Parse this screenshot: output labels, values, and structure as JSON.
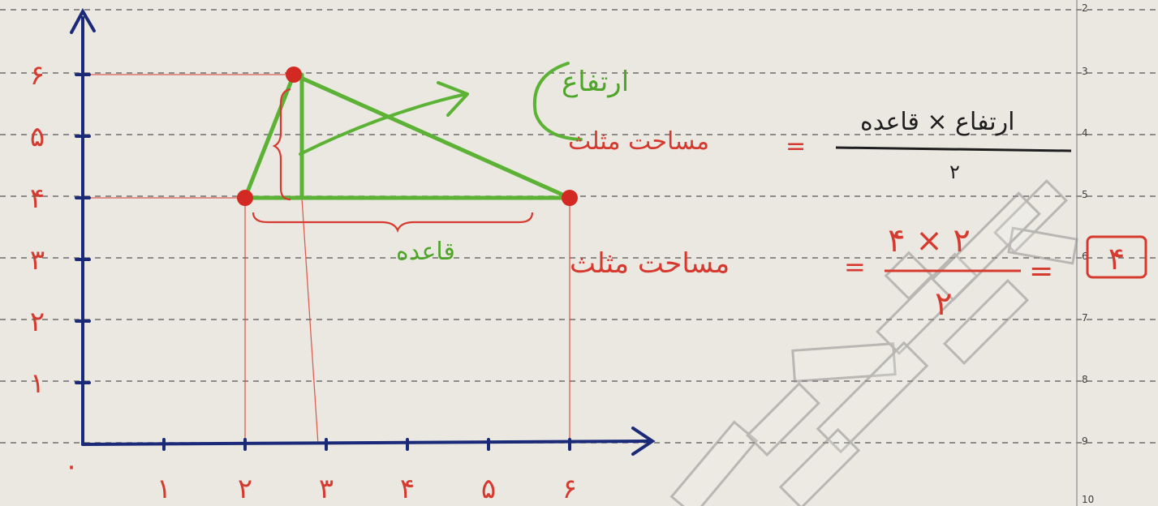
{
  "notebook": {
    "line_numbers": [
      "2",
      "3",
      "4",
      "5",
      "6",
      "7",
      "8",
      "9",
      "10"
    ]
  },
  "plot": {
    "x_ticks": [
      "۱",
      "۲",
      "۳",
      "۴",
      "۵",
      "۶"
    ],
    "y_ticks": [
      "۱",
      "۲",
      "۳",
      "۴",
      "۵",
      "۶"
    ],
    "origin": "۰",
    "colors": {
      "axis": "#1a2a78",
      "triangle": "#5cb235",
      "vertex": "#d22a22",
      "annotation": "#d63a2f"
    }
  },
  "chart_data": {
    "type": "scatter",
    "x_range": [
      0,
      6
    ],
    "y_range": [
      0,
      6
    ],
    "x": [
      2,
      2.6,
      6
    ],
    "y": [
      4,
      6,
      4
    ]
  },
  "labels": {
    "height": "ارتفاع",
    "base": "قاعده",
    "area_label": "مساحت مثلث",
    "equals": "=",
    "formula_numerator": "ارتفاع × قاعده",
    "formula_denominator": "۲",
    "calc_numerator": "۴ × ۲",
    "calc_denominator": "۲",
    "result": "۴"
  }
}
